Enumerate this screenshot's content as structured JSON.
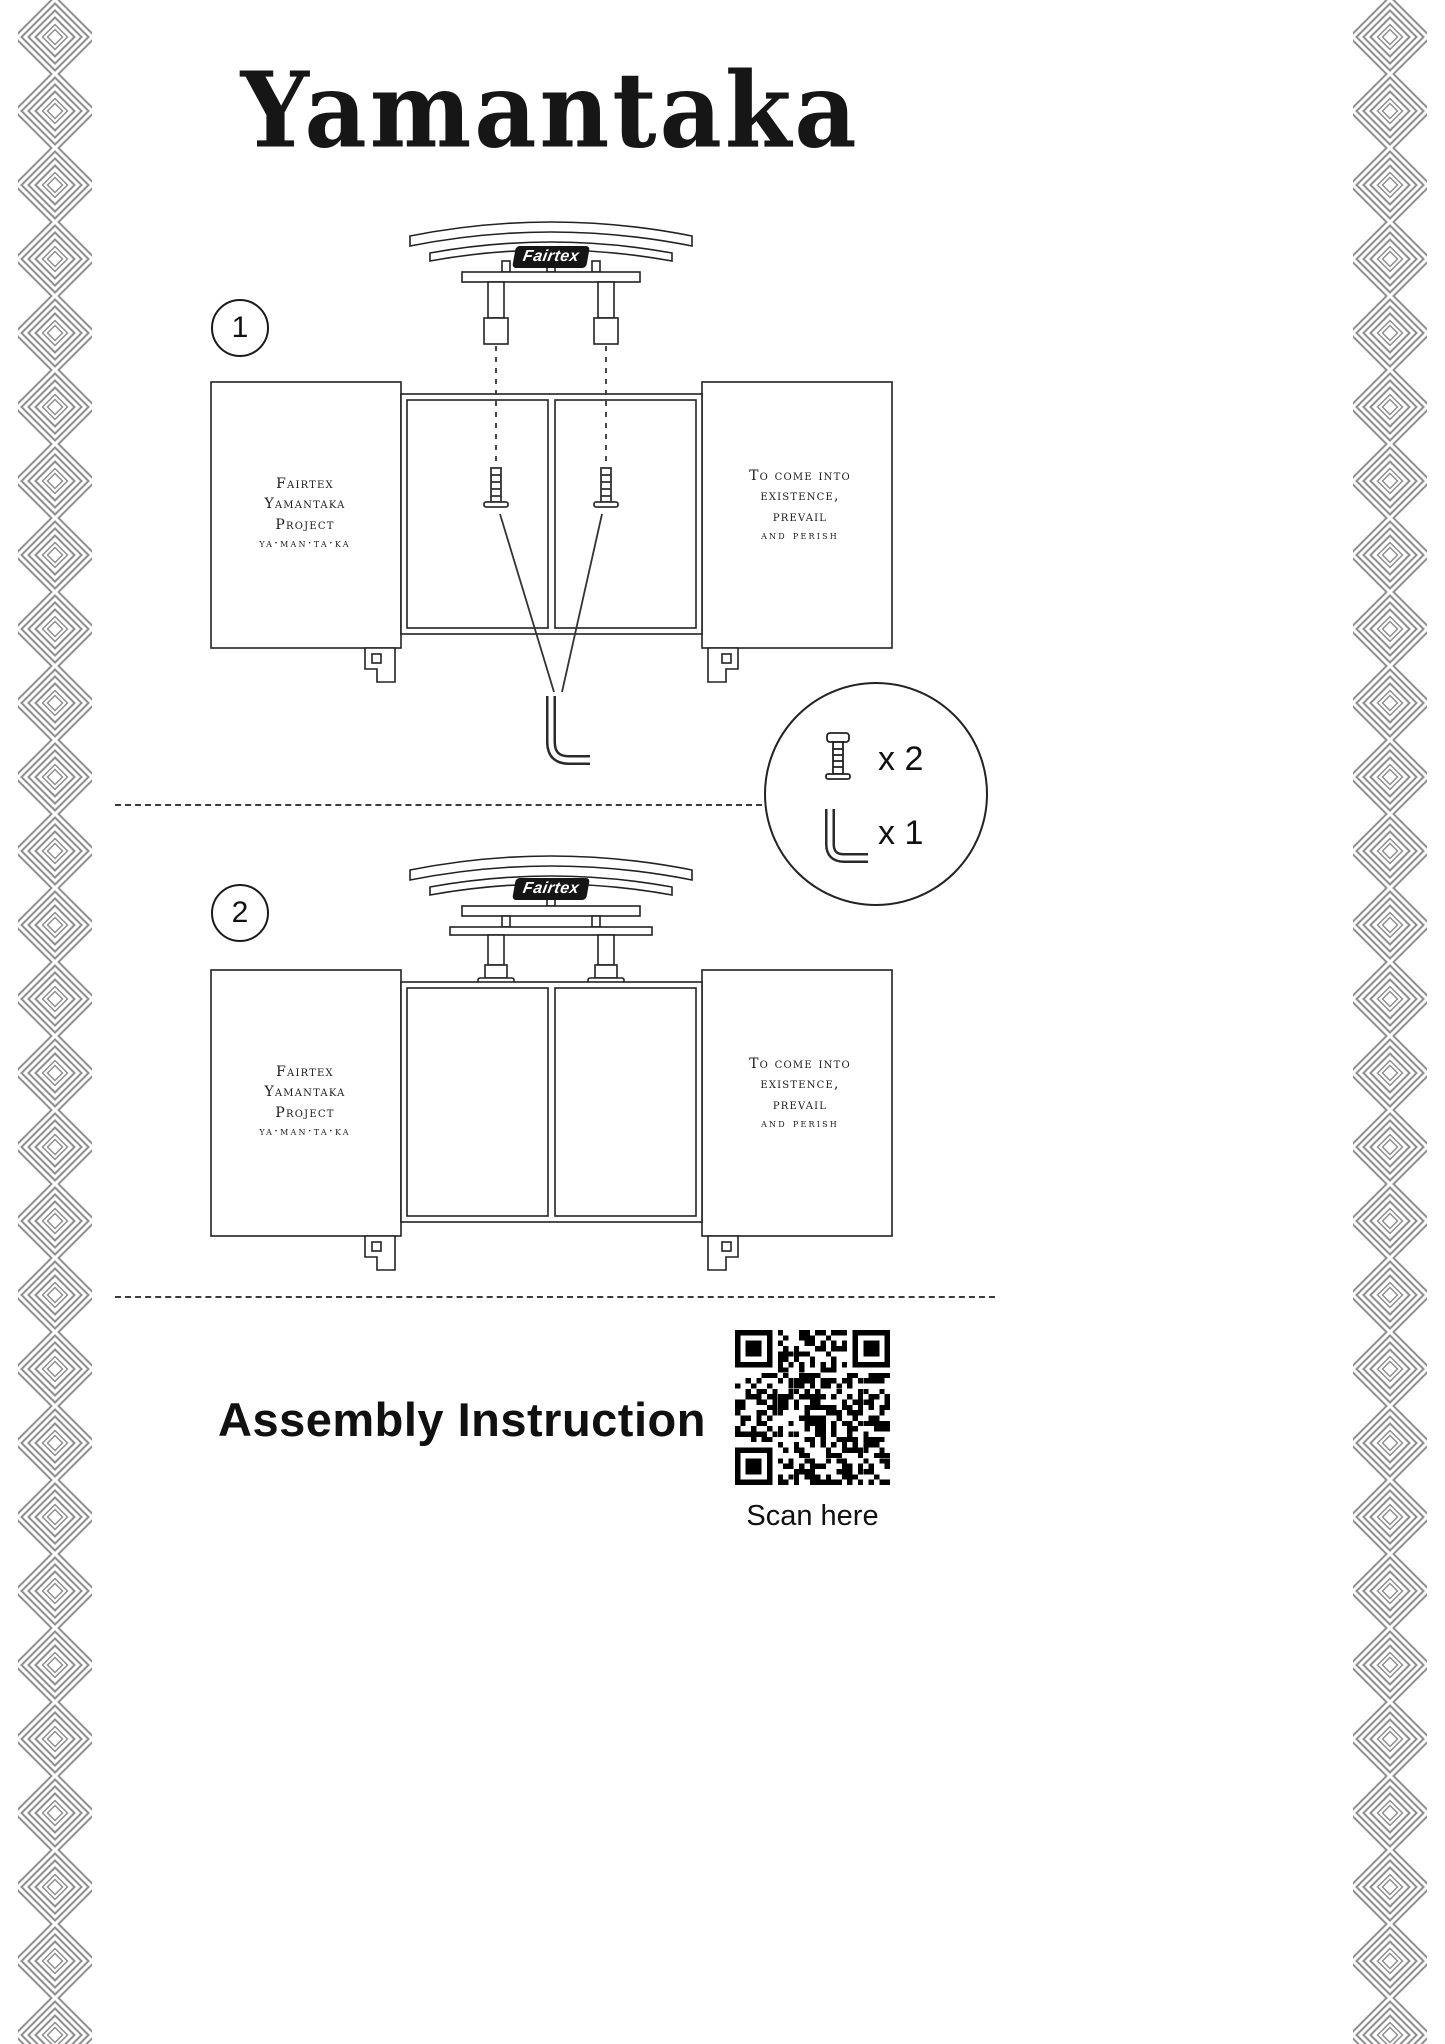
{
  "header": {
    "title": "Yamantaka"
  },
  "brand": {
    "name": "Fairtex"
  },
  "steps": [
    {
      "number": "1"
    },
    {
      "number": "2"
    }
  ],
  "panels": {
    "left": {
      "lines": [
        "Fairtex",
        "Yamantaka",
        "Project",
        "ya·man·ta·ka"
      ]
    },
    "right": {
      "lines": [
        "To come into",
        "existence,",
        "prevail",
        "and perish"
      ]
    }
  },
  "parts": {
    "bolt_qty": "x 2",
    "allen_key_qty": "x 1"
  },
  "footer": {
    "heading": "Assembly Instruction",
    "scan_label": "Scan here"
  },
  "colors": {
    "line": "#222222",
    "border_knot_gray": "#8f8f8f",
    "background": "#ffffff"
  }
}
